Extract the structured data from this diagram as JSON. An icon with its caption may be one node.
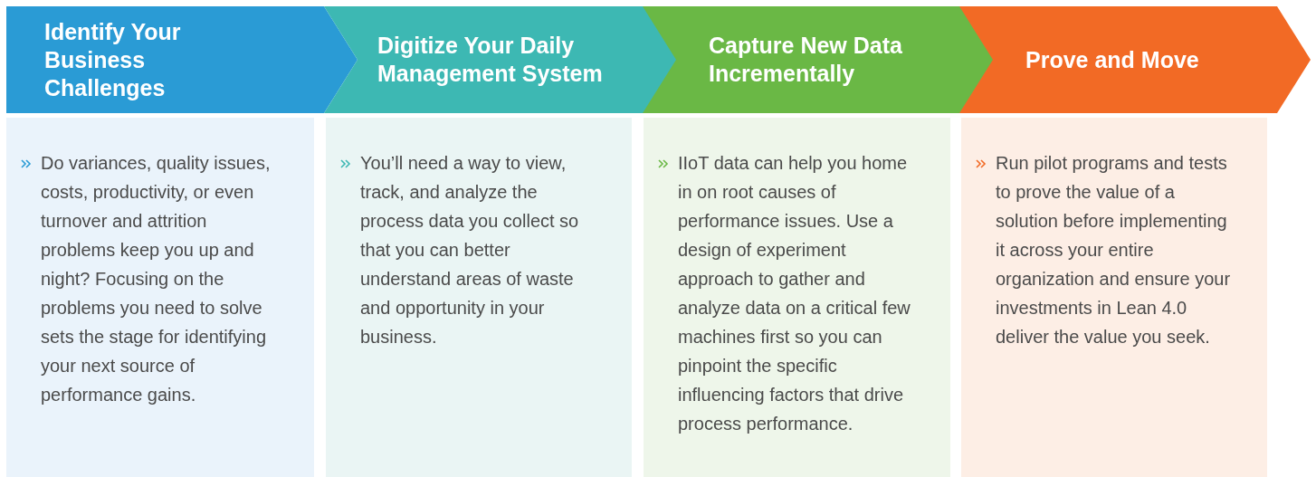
{
  "diagram": {
    "nodes": [
      {
        "text": [
          "Identify Your Business Challenges"
        ]
      },
      {
        "text": [
          "Digitize Your Daily Management System"
        ]
      },
      {
        "text": [
          "Capture New Data Incrementally"
        ]
      },
      {
        "text": [
          "Prove and Move"
        ]
      },
      {
        "text": [
          "Do variances, quality issues, costs, productivity, or even turnover and attrition problems keep you up and night? Focusing on the problems you need to solve sets the stage for identifying your next source of performance gains."
        ]
      },
      {
        "text": [
          "You’ll need a way to view, track, and analyze the process data you collect so that you can better understand areas of waste and opportunity in your business."
        ]
      },
      {
        "text": [
          "IIoT data can help you home in on root causes of performance issues. Use a design of experiment approach to gather and analyze data on a critical few machines first so you can pinpoint the specific influencing factors that drive process performance."
        ]
      },
      {
        "text": [
          "Run pilot programs and tests to prove the value of a solution before implementing it across your entire organization and ensure your investments in Lean 4.0 deliver the value you seek."
        ]
      }
    ]
  }
}
